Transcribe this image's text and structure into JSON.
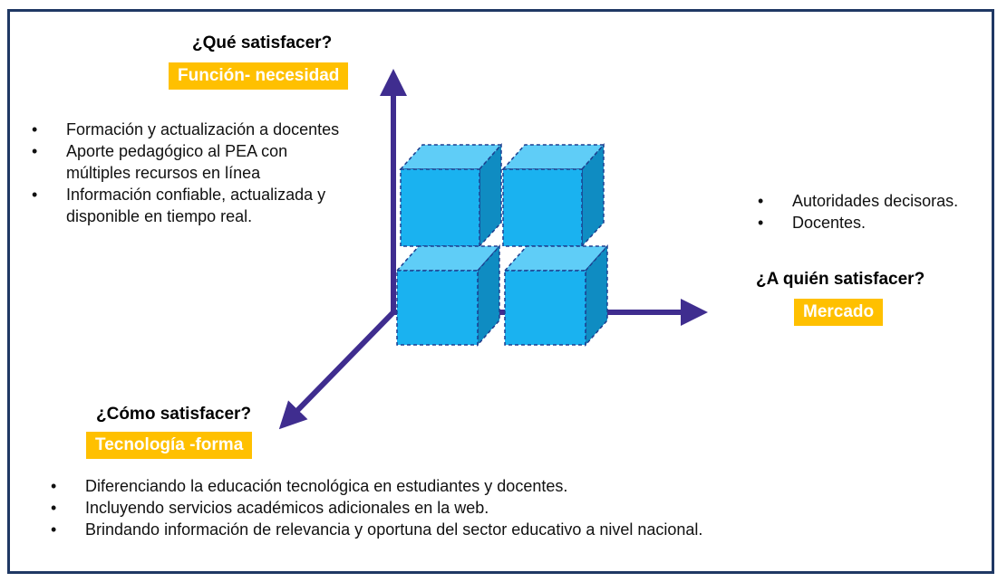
{
  "top_axis": {
    "question": "¿Qué satisfacer?",
    "tag": "Función- necesidad"
  },
  "right_axis": {
    "question": "¿A quién satisfacer?",
    "tag": "Mercado"
  },
  "bottom_axis": {
    "question": "¿Cómo satisfacer?",
    "tag": "Tecnología -forma"
  },
  "left_bullets": [
    "Formación y actualización a docentes",
    "Aporte pedagógico al PEA con múltiples recursos en línea",
    "Información confiable, actualizada y disponible en tiempo real."
  ],
  "right_bullets": [
    "Autoridades decisoras.",
    "Docentes."
  ],
  "bottom_bullets": [
    "Diferenciando la educación tecnológica en estudiantes y docentes.",
    "Incluyendo servicios académicos adicionales en la web.",
    "Brindando información de relevancia y oportuna del sector  educativo a nivel nacional."
  ],
  "colors": {
    "axis": "#3f2d8f",
    "tag": "#ffc000",
    "cube_front": "#1ab2f0",
    "cube_top": "#5fcdf7",
    "cube_side": "#0f8cc2",
    "border": "#1f3864"
  }
}
